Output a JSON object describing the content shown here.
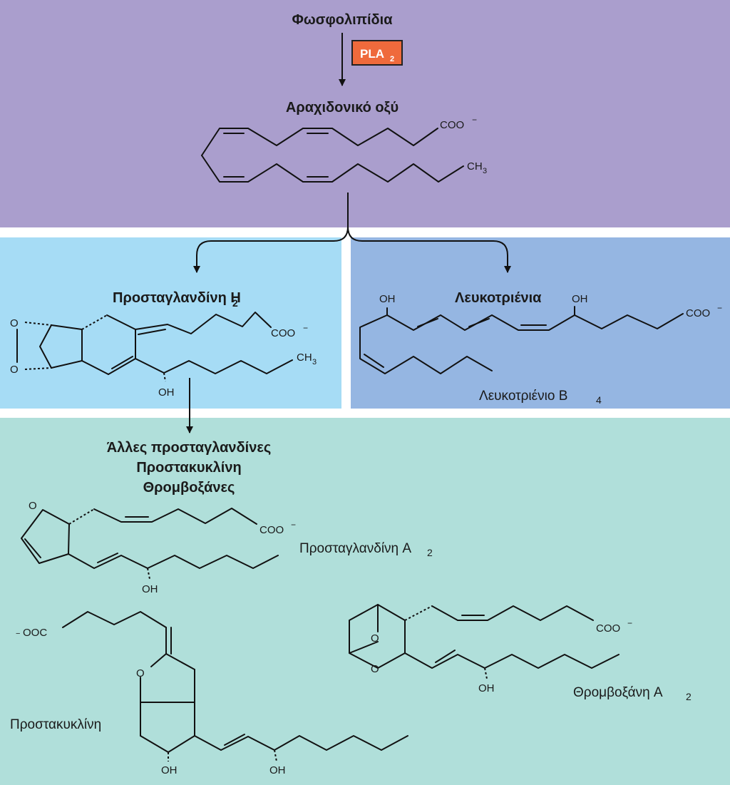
{
  "panels": {
    "top": {
      "color": "#aa9ecd"
    },
    "left": {
      "color": "#a6dcf5"
    },
    "right": {
      "color": "#95b6e2"
    },
    "bottom": {
      "color": "#b0dfda"
    }
  },
  "top": {
    "phospholipids": "Φωσφολιπίδια",
    "enzyme": {
      "text": "PLA",
      "sub": "2",
      "color": "#ef6a3c"
    },
    "arachidonic_acid": "Αραχιδονικό οξύ",
    "coo": "COO",
    "charge": "−",
    "ch3": "CH",
    "ch3_sub": "3"
  },
  "left": {
    "title": "Προσταγλανδίνη H",
    "title_sub": "2",
    "o1": "O",
    "o2": "O",
    "coo": "COO",
    "charge": "−",
    "ch3": "CH",
    "ch3_sub": "3",
    "oh": "OH"
  },
  "right": {
    "title": "Λευκοτριένια",
    "oh1": "OH",
    "oh2": "OH",
    "coo": "COO",
    "charge": "−",
    "name": "Λευκοτριένιο B",
    "name_sub": "4"
  },
  "bottom": {
    "heading": [
      "Άλλες προσταγλανδίνες",
      "Προστακυκλίνη",
      "Θρομβοξάνες"
    ],
    "pga2": {
      "o": "O",
      "coo": "COO",
      "charge": "−",
      "oh": "OH",
      "name": "Προσταγλανδίνη A",
      "name_sub": "2"
    },
    "prostacyclin": {
      "charge": "−",
      "ooc": "OOC",
      "o": "O",
      "oh1": "OH",
      "oh2": "OH",
      "name": "Προστακυκλίνη"
    },
    "txa2": {
      "o1": "O",
      "o2": "O",
      "coo": "COO",
      "charge": "−",
      "oh": "OH",
      "name": "Θρομβοξάνη A",
      "name_sub": "2"
    }
  }
}
